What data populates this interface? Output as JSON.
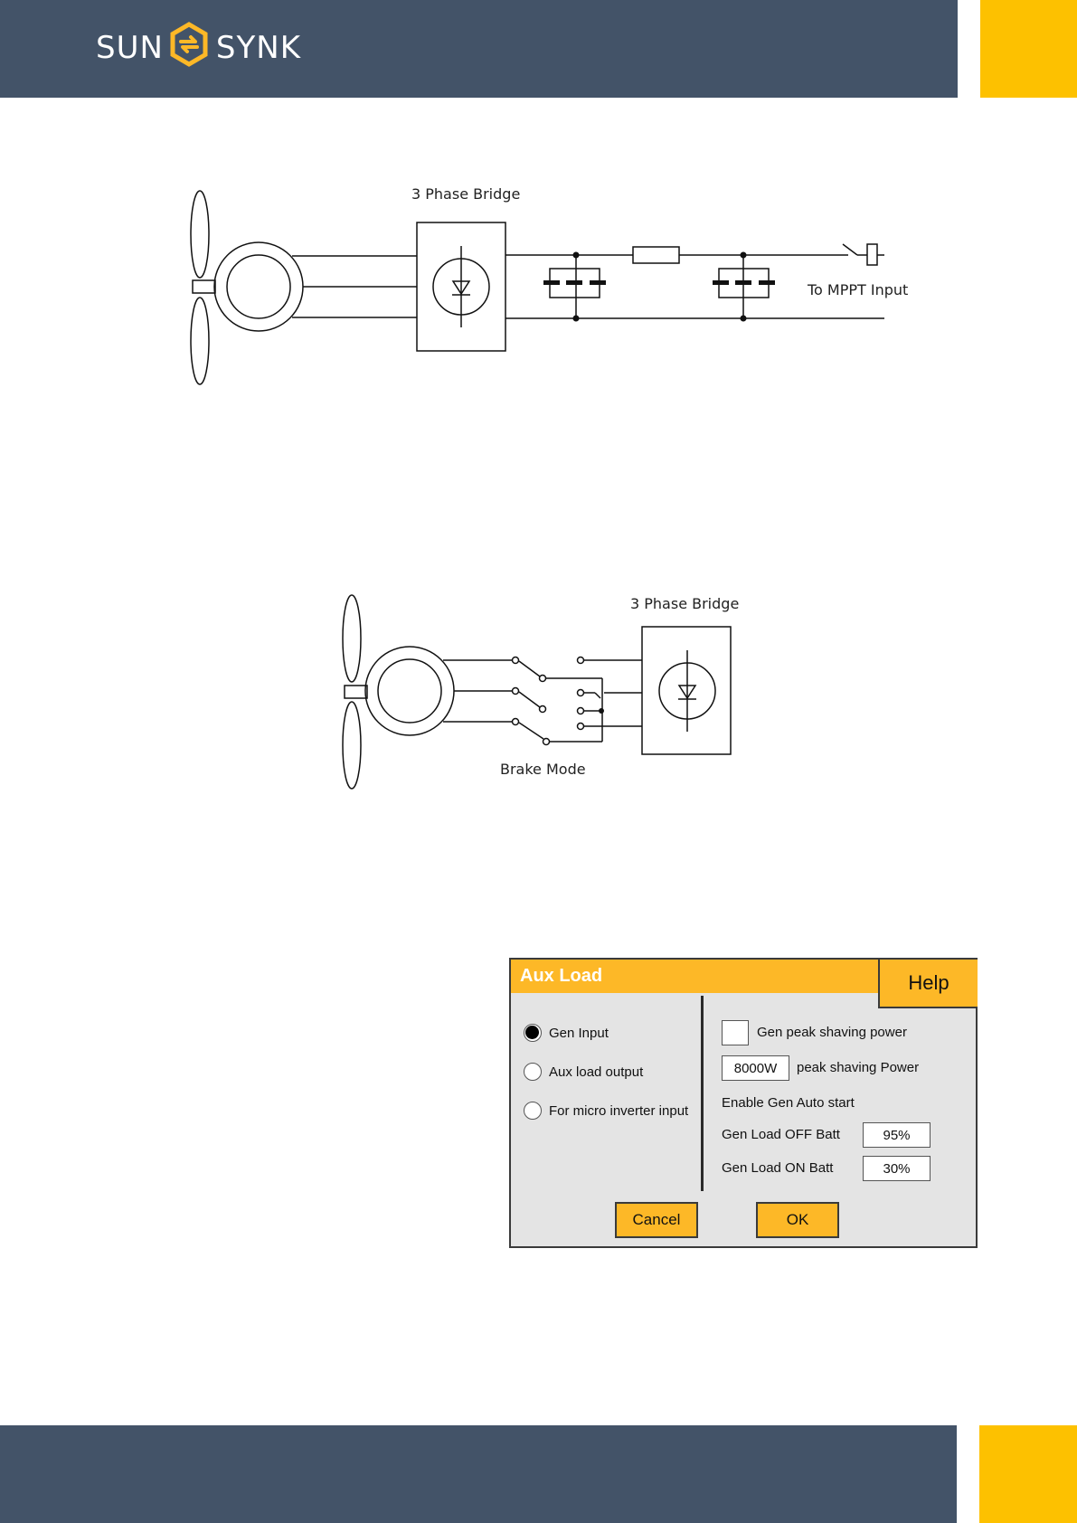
{
  "brand": {
    "name_left": "SUN",
    "name_right": "SYNK",
    "colors": {
      "header": "#435368",
      "accent": "#fdc100",
      "dialog_accent": "#fdb827"
    }
  },
  "diagram1": {
    "bridge_label": "3 Phase Bridge",
    "output_label": "To MPPT Input"
  },
  "diagram2": {
    "bridge_label": "3 Phase Bridge",
    "brake_label": "Brake Mode"
  },
  "dialog": {
    "title": "Aux Load",
    "help": "Help",
    "options": [
      {
        "label": "Gen Input",
        "selected": true
      },
      {
        "label": "Aux load output",
        "selected": false
      },
      {
        "label": "For micro inverter input",
        "selected": false
      }
    ],
    "gen_peak_shaving_label": "Gen peak shaving power",
    "gen_peak_shaving_checked": false,
    "peak_shaving_value": "8000W",
    "peak_shaving_label": "peak shaving Power",
    "enable_auto_start_label": "Enable Gen Auto start",
    "gen_load_off_label": "Gen Load OFF Batt",
    "gen_load_off_value": "95%",
    "gen_load_on_label": "Gen Load ON Batt",
    "gen_load_on_value": "30%",
    "cancel": "Cancel",
    "ok": "OK"
  }
}
